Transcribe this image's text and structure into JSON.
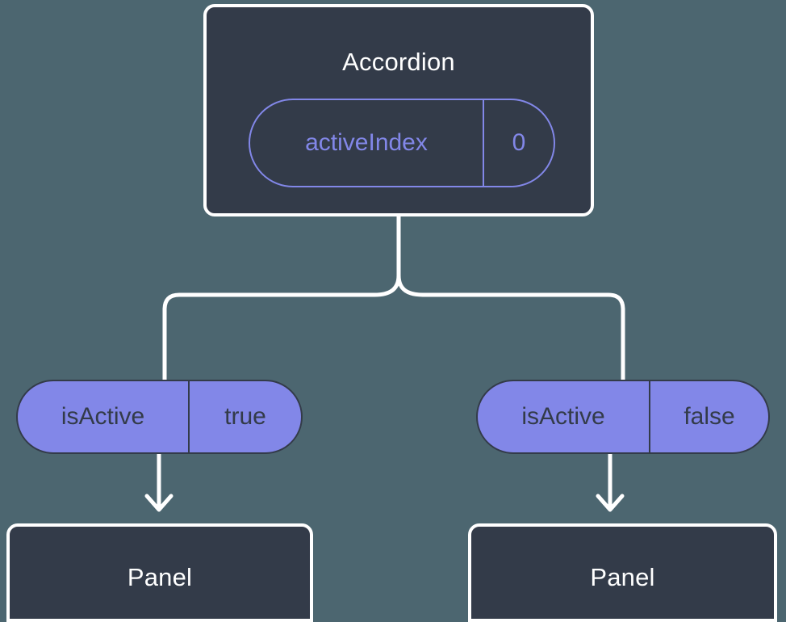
{
  "diagram": {
    "background_color": "#4c6670",
    "box_fill": "#333b49",
    "box_stroke": "#ffffff",
    "accent_color": "#8287e8",
    "root": {
      "title": "Accordion",
      "state_pill": {
        "key": "activeIndex",
        "value": "0"
      }
    },
    "branches": [
      {
        "prop_pill": {
          "key": "isActive",
          "value": "true"
        },
        "child": {
          "title": "Panel"
        }
      },
      {
        "prop_pill": {
          "key": "isActive",
          "value": "false"
        },
        "child": {
          "title": "Panel"
        }
      }
    ]
  }
}
